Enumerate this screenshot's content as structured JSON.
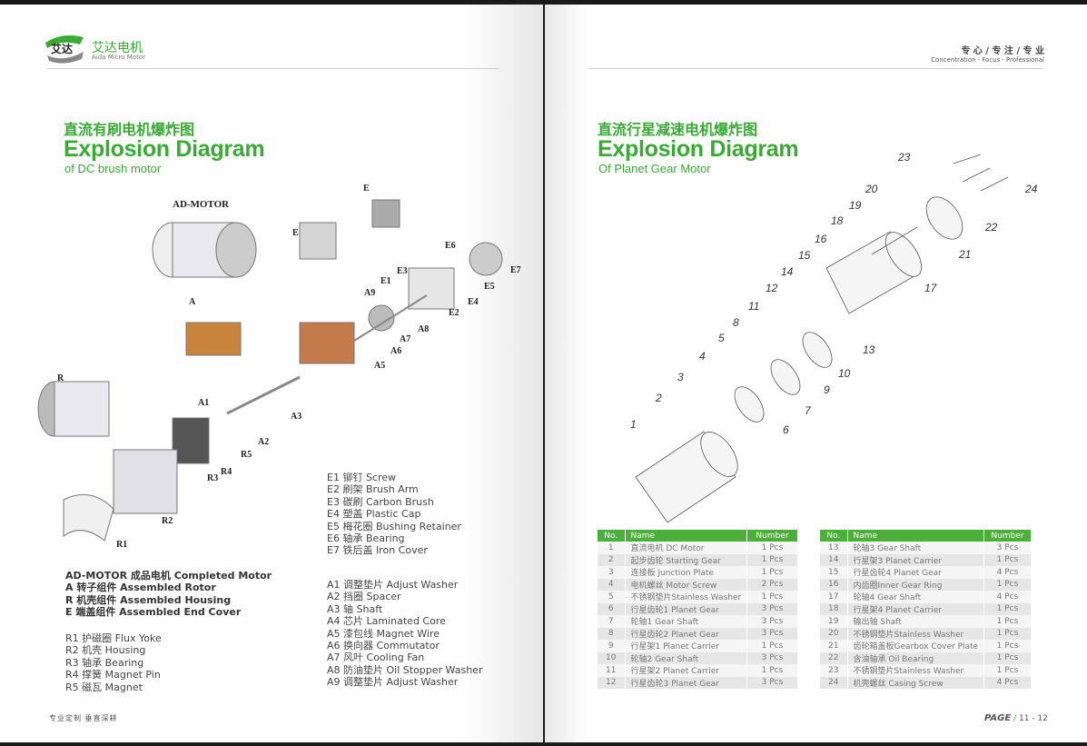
{
  "left": {
    "logo": {
      "mark": "艾达",
      "cn": "艾达电机",
      "en": "Aida Micro Motor"
    },
    "title": {
      "cn": "直流有刷电机爆炸图",
      "en": "Explosion Diagram",
      "sub": "of  DC brush motor"
    },
    "callouts": [
      "AD-MOTOR",
      "A",
      "R",
      "E",
      "E",
      "E1",
      "E2",
      "E3",
      "E4",
      "E5",
      "E6",
      "E7",
      "A9",
      "A8",
      "A7",
      "A6",
      "A5",
      "A3",
      "A2",
      "A1",
      "R5",
      "R4",
      "R3",
      "R2",
      "R1"
    ],
    "assemblies": [
      "AD-MOTOR  成品电机  Completed Motor",
      "A  转子组件  Assembled Rotor",
      "R  机壳组件  Assembled Housing",
      "E  端盖组件  Assembled End Cover"
    ],
    "r_parts": [
      "R1  护磁圈 Flux Yoke",
      "R2  机壳 Housing",
      "R3  轴承 Bearing",
      "R4  撑簧 Magnet Pin",
      "R5  磁瓦 Magnet"
    ],
    "e_parts": [
      "E1  铆钉  Screw",
      "E2  刷架  Brush Arm",
      "E3  碳刷  Carbon Brush",
      "E4  塑盖  Plastic Cap",
      "E5  梅花圈 Bushing Retainer",
      "E6  轴承 Bearing",
      "E7  铁后盖 Iron Cover"
    ],
    "a_parts": [
      "A1  调整垫片 Adjust Washer",
      "A2  挡圈 Spacer",
      "A3  轴 Shaft",
      "A4  芯片 Laminated Core",
      "A5  漆包线 Magnet Wire",
      "A6  换向器 Commutator",
      "A7  风叶 Cooling Fan",
      "A8  防油垫片 Oil Stopper Washer",
      "A9  调整垫片 Adjust Washer"
    ],
    "footer": "专业定制  垂直深耕"
  },
  "right": {
    "slogan": {
      "cn": "专 心 / 专 注 / 专 业",
      "en": "Concentration · Focus · Professional"
    },
    "title": {
      "cn": "直流行星减速电机爆炸图",
      "en": "Explosion Diagram",
      "sub": "Of Planet Gear Motor"
    },
    "callouts": [
      "1",
      "2",
      "3",
      "4",
      "5",
      "6",
      "7",
      "8",
      "9",
      "10",
      "11",
      "12",
      "13",
      "14",
      "15",
      "16",
      "17",
      "18",
      "19",
      "20",
      "21",
      "22",
      "23",
      "24"
    ],
    "table_headers": [
      "No.",
      "Name",
      "Number"
    ],
    "table1": [
      [
        "1",
        "直流电机 DC Motor",
        "1 Pcs"
      ],
      [
        "2",
        "起步齿轮 Starting Gear",
        "1 Pcs"
      ],
      [
        "3",
        "连接板 Junction Plate",
        "1 Pcs"
      ],
      [
        "4",
        "电机螺丝 Motor Screw",
        "2 Pcs"
      ],
      [
        "5",
        "不锈钢垫片Stainless Washer",
        "1 Pcs"
      ],
      [
        "6",
        "行星齿轮1  Planet Gear",
        "3 Pcs"
      ],
      [
        "7",
        "轮轴1 Gear Shaft",
        "3 Pcs"
      ],
      [
        "8",
        "行星齿轮2  Planet Gear",
        "3 Pcs"
      ],
      [
        "9",
        "行星架1 Planet Carrier",
        "1 Pcs"
      ],
      [
        "10",
        "轮轴2 Gear Shaft",
        "3 Pcs"
      ],
      [
        "11",
        "行星架2 Planet Carrier",
        "1 Pcs"
      ],
      [
        "12",
        "行星齿轮3  Planet Gear",
        "3 Pcs"
      ]
    ],
    "table2": [
      [
        "13",
        "轮轴3 Gear Shaft",
        "3 Pcs"
      ],
      [
        "14",
        "行星架3 Planet Carrier",
        "1 Pcs"
      ],
      [
        "15",
        "行星齿轮4  Planet Gear",
        "4 Pcs"
      ],
      [
        "16",
        "内齿圈Inner Gear Ring",
        "1 Pcs"
      ],
      [
        "17",
        "轮轴4 Gear Shaft",
        "4 Pcs"
      ],
      [
        "18",
        "行星架4 Planet Carrier",
        "1 Pcs"
      ],
      [
        "19",
        "输出轴 Shaft",
        "1 Pcs"
      ],
      [
        "20",
        "不锈钢垫片Stainless Washer",
        "1 Pcs"
      ],
      [
        "21",
        "齿轮箱盖板Gearbox Cover Plate",
        "1 Pcs"
      ],
      [
        "22",
        "含油轴承  Oil Bearing",
        "1 Pcs"
      ],
      [
        "23",
        "不锈钢垫片Stainless Washer",
        "1 Pcs"
      ],
      [
        "24",
        "机壳螺丝 Casing Screw",
        "4 Pcs"
      ]
    ],
    "page": {
      "label": "PAGE",
      "num": "11 - 12"
    }
  }
}
